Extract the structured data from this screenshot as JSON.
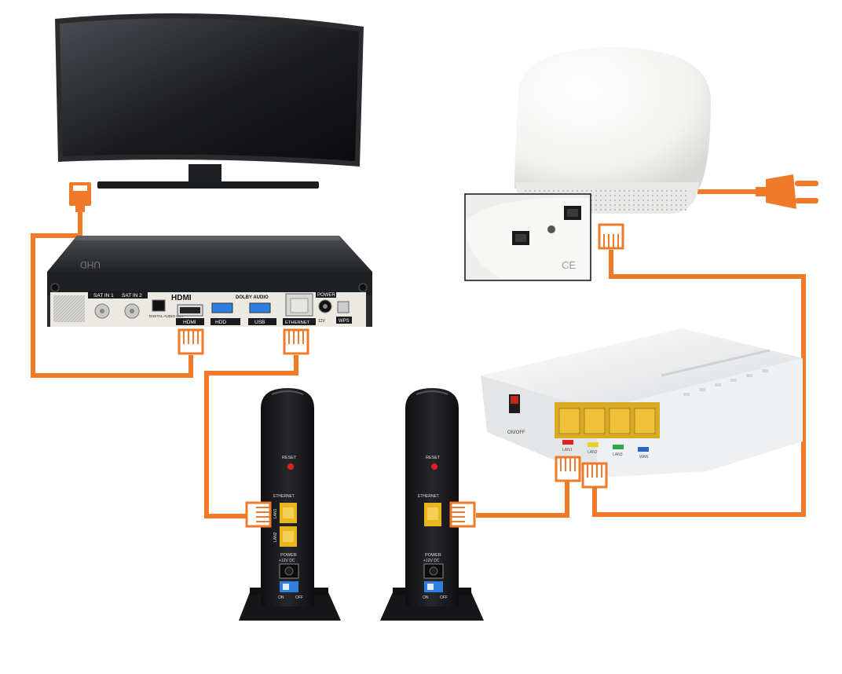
{
  "colors": {
    "cable": "#f07a2a",
    "device_dark": "#1c1d20",
    "panel_light": "#e8e8e6",
    "port_yellow": "#e8b520",
    "reset_red": "#e02020",
    "switch_blue": "#2f7fe0"
  },
  "tv": {
    "icon": "curved-tv-icon"
  },
  "settop": {
    "brand": "UHD",
    "ports": {
      "sat1": "SAT IN 1",
      "sat2": "SAT IN 2",
      "digital_audio": "DIGITAL AUDIO OUT",
      "hdmi_logo": "HDMI",
      "hdmi": "HDMI",
      "dolby": "DOLBY AUDIO",
      "hdd": "HDD",
      "usb": "USB",
      "ethernet": "ETHERNET",
      "power": "POWER",
      "power_spec": "12V",
      "wps": "WPS"
    }
  },
  "plc_left": {
    "reset": "RESET",
    "ethernet": "ETHERNET",
    "lan1": "LAN1",
    "lan2": "LAN2",
    "power": "POWER",
    "power_spec": "+12V DC",
    "on": "ON",
    "off": "OFF"
  },
  "plc_right": {
    "reset": "RESET",
    "ethernet": "ETHERNET",
    "power": "POWER",
    "power_spec": "+12V DC",
    "on": "ON",
    "off": "OFF"
  },
  "router": {
    "switch_label": "ON/OFF",
    "lan1": "LAN1",
    "lan2": "LAN2",
    "lan3": "LAN3",
    "wan": "WAN"
  },
  "wifi_point": {
    "inset_mark": "CE"
  }
}
